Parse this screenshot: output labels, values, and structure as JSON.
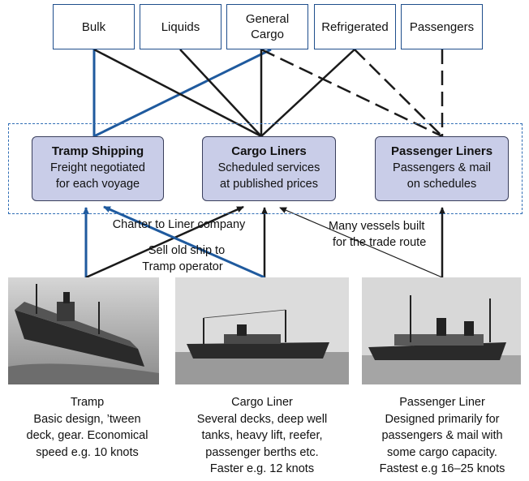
{
  "categories": [
    "Bulk",
    "Liquids",
    "General Cargo",
    "Refrigerated",
    "Passengers"
  ],
  "services": {
    "tramp": {
      "title": "Tramp Shipping",
      "lines": [
        "Freight negotiated",
        "for each voyage"
      ]
    },
    "cargo": {
      "title": "Cargo Liners",
      "lines": [
        "Scheduled services",
        "at published prices"
      ]
    },
    "passenger": {
      "title": "Passenger Liners",
      "lines": [
        "Passengers & mail",
        "on schedules"
      ]
    }
  },
  "labels": {
    "charter": "Charter to Liner company",
    "sell_1": "Sell old ship to",
    "sell_2": "Tramp operator",
    "built_1": "Many vessels built",
    "built_2": "for the trade route"
  },
  "captions": {
    "tramp": [
      "Tramp",
      "Basic design, ’tween",
      "deck, gear. Economical",
      "speed e.g. 10 knots"
    ],
    "cargo": [
      "Cargo Liner",
      "Several decks, deep well",
      "tanks, heavy lift, reefer,",
      "passenger berths etc.",
      "Faster e.g. 12 knots"
    ],
    "passenger": [
      "Passenger Liner",
      "Designed primarily for",
      "passengers & mail with",
      "some cargo capacity.",
      "Fastest e.g 16–25 knots"
    ]
  },
  "colors": {
    "blue": "#1f5a9e",
    "black": "#1a1a1a",
    "box_fill": "#c9cde8"
  }
}
